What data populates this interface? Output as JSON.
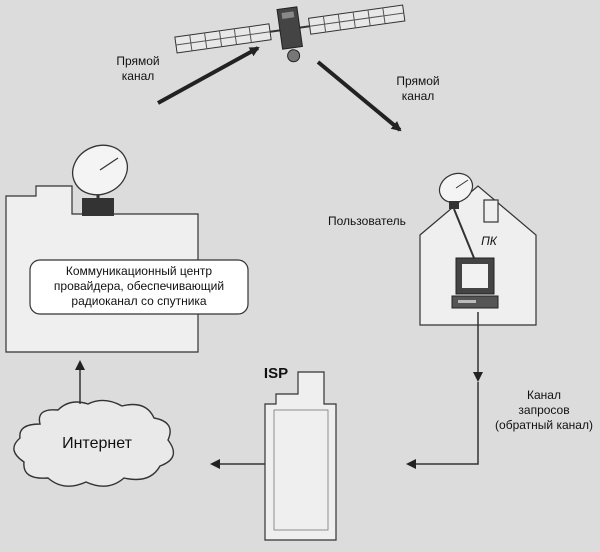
{
  "diagram": {
    "labels": {
      "forward_channel_left": "Прямой\nканал",
      "forward_channel_right": "Прямой\nканал",
      "user": "Пользователь",
      "pc": "ПК",
      "communication_center": "Коммуникационный центр\nпровайдера, обеспечивающий\nрадиоканал со спутника",
      "isp": "ISP",
      "request_channel": "Канал\nзапросов\n(обратный канал)",
      "internet": "Интернет"
    }
  },
  "colors": {
    "background": "#dcdcdc",
    "building_fill": "#efefef",
    "stroke": "#333333",
    "arrow": "#222222",
    "label_box_fill": "#ffffff"
  }
}
